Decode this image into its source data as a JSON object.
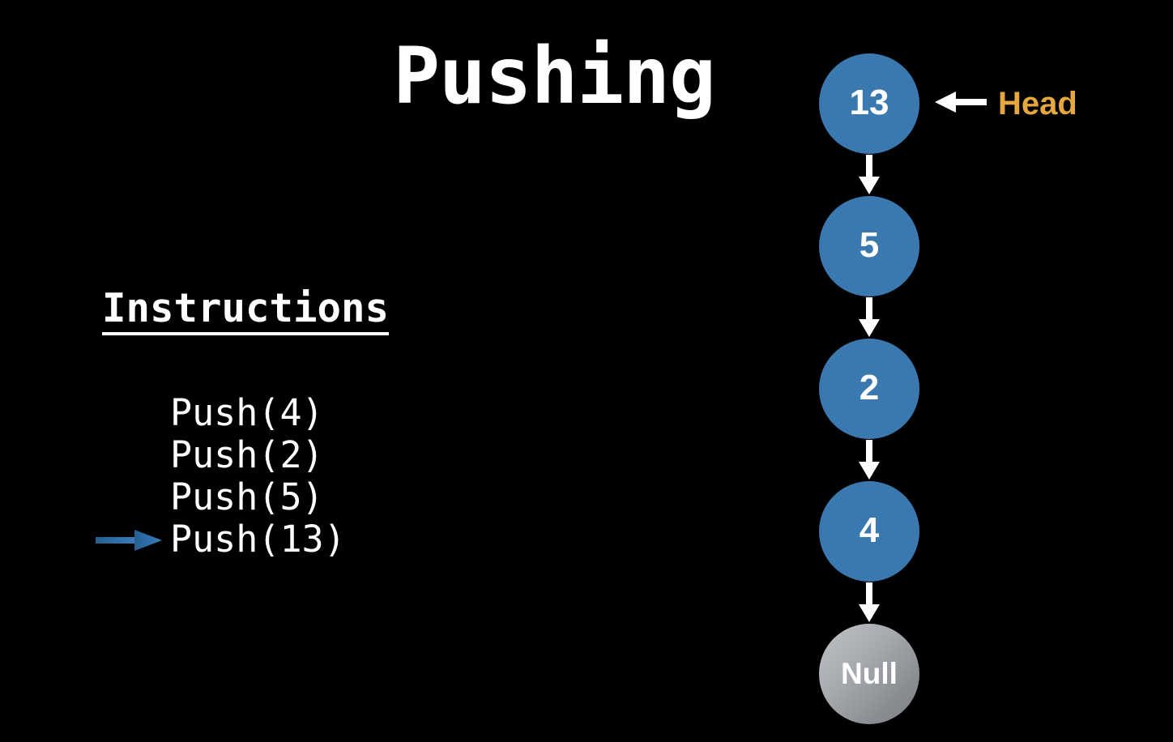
{
  "slide": {
    "background_color": "#000000",
    "title": "Pushing"
  },
  "instructions": {
    "heading": "Instructions",
    "items": [
      {
        "label": "Push(4)",
        "current": false
      },
      {
        "label": "Push(2)",
        "current": false
      },
      {
        "label": "Push(5)",
        "current": false
      },
      {
        "label": "Push(13)",
        "current": true
      }
    ],
    "current_pointer_icon": "right-arrow-icon",
    "current_pointer_color": "#2f6fae"
  },
  "linked_list": {
    "head_label": "Head",
    "head_label_color": "#e5a73f",
    "head_arrow_icon": "left-arrow-icon",
    "link_arrow_icon": "down-arrow-icon",
    "node_color": "#3a79b0",
    "null_node_color": "#a6aaae",
    "nodes": [
      {
        "value": "13",
        "type": "data"
      },
      {
        "value": "5",
        "type": "data"
      },
      {
        "value": "2",
        "type": "data"
      },
      {
        "value": "4",
        "type": "data"
      },
      {
        "value": "Null",
        "type": "terminator"
      }
    ]
  }
}
